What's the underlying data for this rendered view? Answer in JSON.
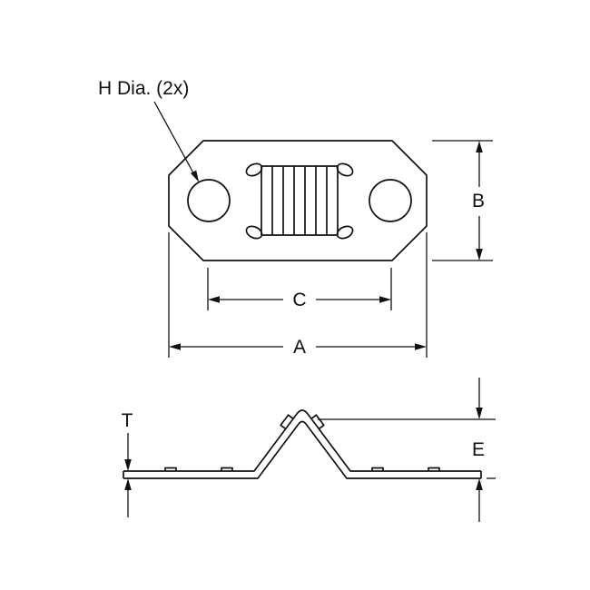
{
  "page": {
    "background": "#ffffff",
    "line_color": "#111111"
  },
  "drawing": {
    "callout_hole_diameter": "H Dia. (2x)",
    "dim_overall_width": "A",
    "dim_plate_height": "B",
    "dim_hole_spacing": "C",
    "dim_material_thickness": "T",
    "dim_profile_height": "E"
  }
}
